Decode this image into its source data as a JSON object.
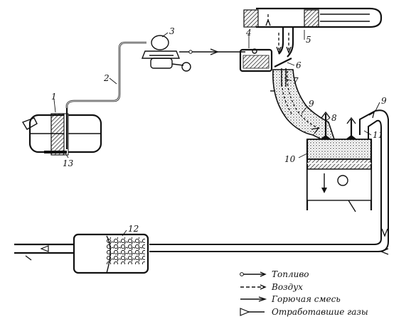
{
  "part_numbers": [
    "1",
    "2",
    "3",
    "4",
    "5",
    "6",
    "7",
    "8",
    "9",
    "9",
    "10",
    "11",
    "12",
    "13"
  ],
  "legend": {
    "fuel": "Топливо",
    "air": "Воздух",
    "mixture": "Горючая смесь",
    "exhaust": "Отработавшие газы"
  }
}
